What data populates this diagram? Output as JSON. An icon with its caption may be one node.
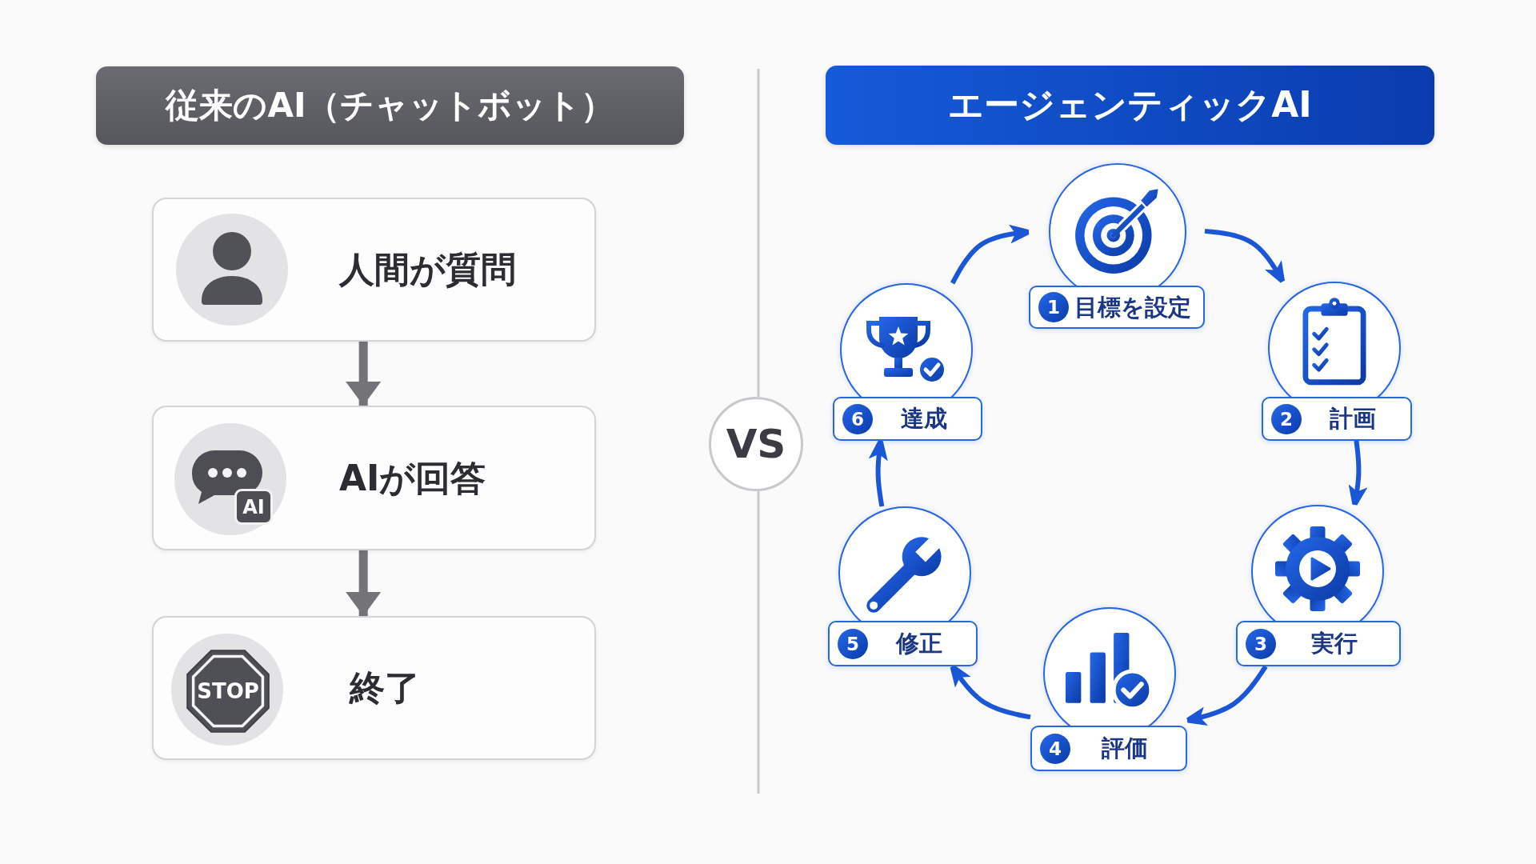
{
  "diagram": {
    "nodes": [
      {
        "text": [
          "従来のAI（チャットボット）"
        ]
      },
      {
        "text": [
          "人間が質問"
        ]
      },
      {
        "text": [
          "AI",
          "AIが回答"
        ]
      },
      {
        "text": [
          "STOP",
          "終了"
        ]
      },
      {
        "text": [
          "VS"
        ]
      },
      {
        "text": [
          "エージェンティックAI"
        ]
      },
      {
        "text": [
          "1",
          "目標を設定"
        ]
      },
      {
        "text": [
          "2",
          "計画"
        ]
      },
      {
        "text": [
          "3",
          "実行"
        ]
      },
      {
        "text": [
          "4",
          "評価"
        ]
      },
      {
        "text": [
          "5",
          "修正"
        ]
      },
      {
        "text": [
          "6",
          "達成"
        ]
      }
    ],
    "edges": [
      {
        "from": 1,
        "to": 2,
        "arrow": "to",
        "style": "thick",
        "color": "#737378"
      },
      {
        "from": 2,
        "to": 3,
        "arrow": "to",
        "style": "thick",
        "color": "#737378"
      },
      {
        "from": 11,
        "to": 6,
        "arrow": "to"
      },
      {
        "from": 6,
        "to": 7,
        "arrow": "to"
      },
      {
        "from": 7,
        "to": 8,
        "arrow": "to"
      },
      {
        "from": 8,
        "to": 9,
        "arrow": "to"
      },
      {
        "from": 9,
        "to": 10,
        "arrow": "to"
      },
      {
        "from": 10,
        "to": 11,
        "arrow": "to"
      }
    ]
  }
}
